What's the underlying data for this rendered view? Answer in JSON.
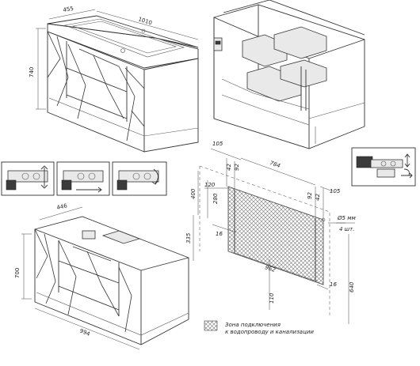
{
  "cabinet_top": {
    "width_label": "1010",
    "depth_label": "455",
    "height_label": "740"
  },
  "cabinet_bottom": {
    "width_label": "994",
    "depth_label": "446",
    "height_label": "700"
  },
  "plumbing_zone": {
    "top_label": "105",
    "width_label": "784",
    "right_label": "105",
    "left_inner_42": "42",
    "left_inner_92": "92",
    "right_inner_92": "92",
    "right_inner_42": "42",
    "label_400": "400",
    "label_120": "120",
    "label_280": "280",
    "label_335": "335",
    "label_16_left": "16",
    "label_962": "962",
    "label_16_right": "16",
    "label_110": "110",
    "label_640": "640",
    "hole_size": "Ø5 мм",
    "hole_count": "4 шт.",
    "legend_text_line1": "Зона подключения",
    "legend_text_line2": "к водопроводу и канализации"
  },
  "hinge_steps": [
    "step-1",
    "step-2",
    "step-3"
  ],
  "colors": {
    "line": "#333333",
    "hatch": "#777777",
    "badge": "#3b3b3b"
  }
}
